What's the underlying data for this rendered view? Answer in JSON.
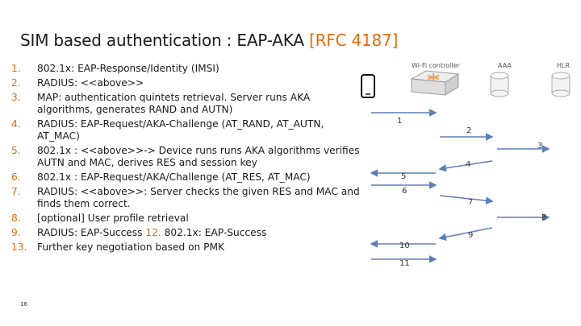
{
  "slide": {
    "title": "SIM based authentication : EAP-AKA ",
    "title_ref": "[RFC 4187]",
    "page_number": "16",
    "accent_color": "#e36c0a"
  },
  "steps": [
    {
      "num": "1.",
      "text": "802.1x: EAP-Response/Identity (IMSI)"
    },
    {
      "num": "2.",
      "text": "RADIUS: <<above>>"
    },
    {
      "num": "3.",
      "text": "MAP: authentication quintets retrieval. Server runs AKA algorithms, generates RAND and AUTN)"
    },
    {
      "num": "4.",
      "text": "RADIUS: EAP-Request/AKA-Challenge (AT_RAND, AT_AUTN, AT_MAC)"
    },
    {
      "num": "5.",
      "text": "802.1x : <<above>>-> Device runs runs AKA algorithms verifies AUTN and MAC, derives RES  and session key"
    },
    {
      "num": "6.",
      "text": "802.1x : EAP-Request/AKA/Challenge (AT_RES, AT_MAC)"
    },
    {
      "num": "7.",
      "text": "RADIUS: <<above>>: Server checks the given RES and MAC and finds them correct."
    },
    {
      "num": "8.",
      "text": "[optional] User profile retrieval"
    },
    {
      "num": "9.",
      "text": "RADIUS: EAP-Success ",
      "inline_num": "12.",
      "tail": " 802.1x: EAP-Success"
    },
    {
      "num": "13.",
      "text": "Further key negotiation based on PMK"
    }
  ],
  "diagram": {
    "nodes": [
      {
        "label": "Wi-Fi controller",
        "icon": "router-icon"
      },
      {
        "label": "AAA",
        "icon": "database-icon"
      },
      {
        "label": "HLR",
        "icon": "database-icon"
      }
    ],
    "device_icon": "phone-icon",
    "arrows": [
      "1",
      "2",
      "3",
      "4",
      "5",
      "6",
      "7",
      "8",
      "9",
      "10",
      "11"
    ]
  }
}
